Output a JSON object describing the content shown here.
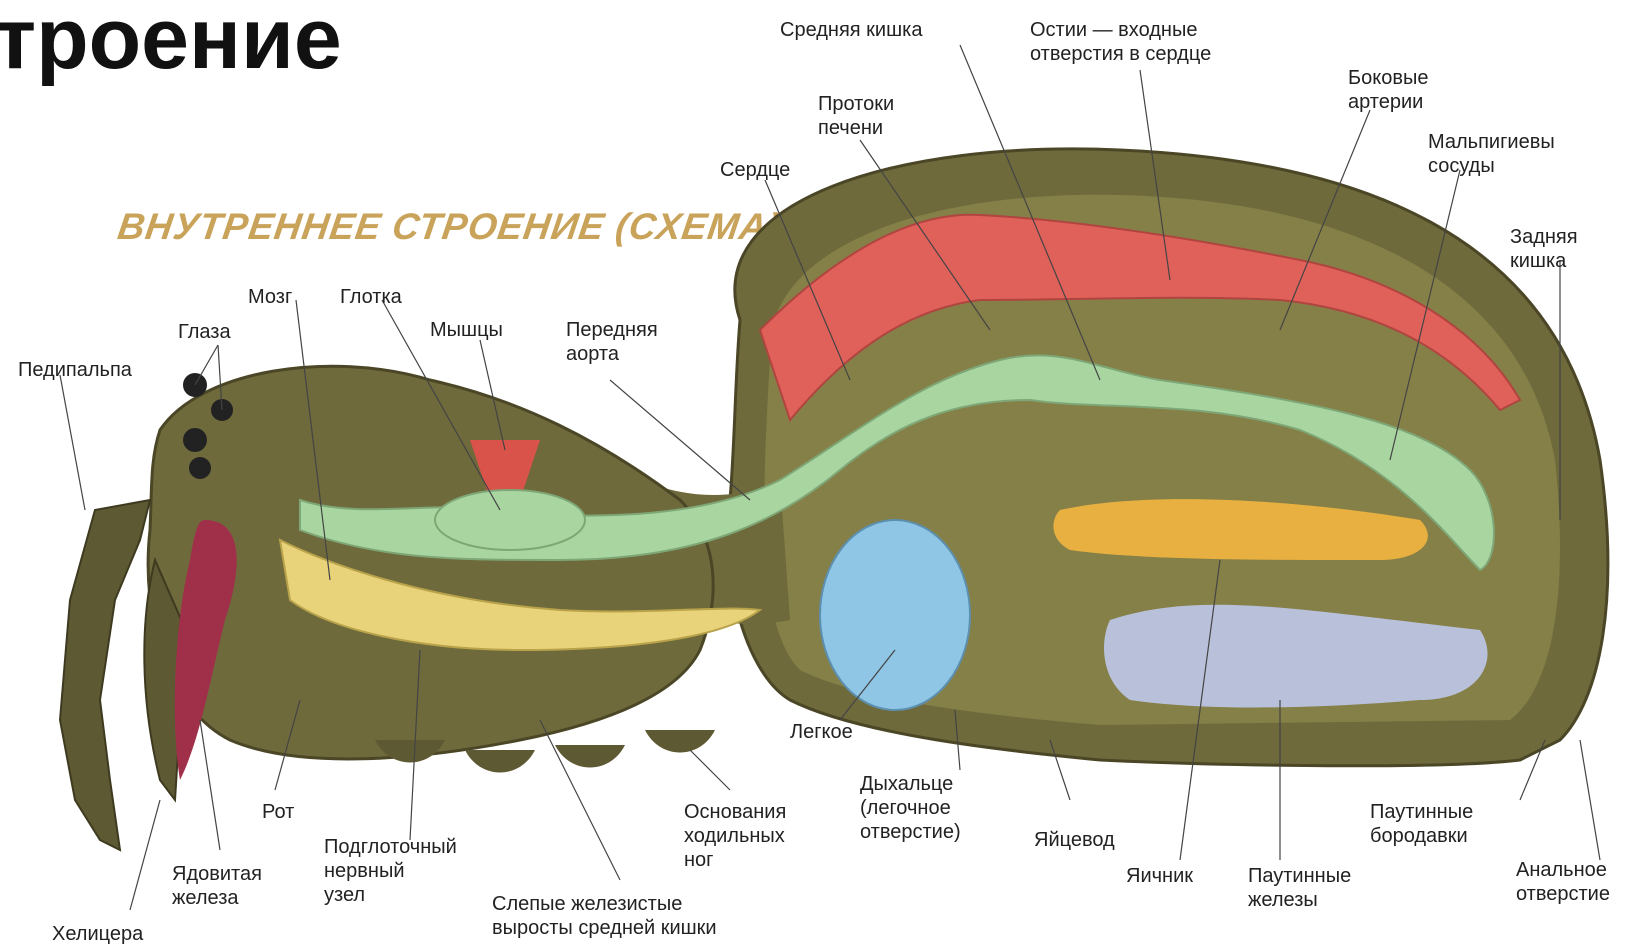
{
  "header": {
    "title": "троение"
  },
  "diagram": {
    "title": "ВНУТРЕННЕЕ СТРОЕНИЕ (СХЕМА)"
  },
  "labels": {
    "pedipalp": "Педипальпа",
    "eyes": "Глаза",
    "brain": "Мозг",
    "pharynx": "Глотка",
    "muscles": "Мышцы",
    "anterior_aorta": "Передняя\nаорта",
    "heart": "Сердце",
    "liver_ducts": "Протоки\nпечени",
    "midgut": "Средняя кишка",
    "ostia": "Остии — входные\nотверстия в сердце",
    "lateral_arteries": "Боковые\nартерии",
    "malpighian": "Мальпигиевы\nсосуды",
    "hindgut": "Задняя\nкишка",
    "mouth": "Рот",
    "venom_gland": "Ядовитая\nжелеза",
    "chelicera": "Хелицера",
    "subpharyngeal": "Подглоточный\nнервный\nузел",
    "blind_outgrowths": "Слепые железистые\nвыросты средней кишки",
    "leg_bases": "Основания\nходильных\nног",
    "lung": "Легкое",
    "spiracle": "Дыхальце\n(легочное\nотверстие)",
    "oviduct": "Яйцевод",
    "ovary": "Яичник",
    "silk_glands": "Паутинные\nжелезы",
    "spinnerets": "Паутинные\nбородавки",
    "anus": "Анальное\nотверстие"
  },
  "colors": {
    "body": "#6e6a3c",
    "body_inner": "#858048",
    "heart": "#e0605a",
    "gut": "#a9d6a0",
    "nerve": "#e8d27a",
    "lung": "#8fc6e6",
    "ovary": "#e8b040",
    "silk": "#b9c0da",
    "venom": "#a0304a",
    "muscle": "#d9534a"
  }
}
